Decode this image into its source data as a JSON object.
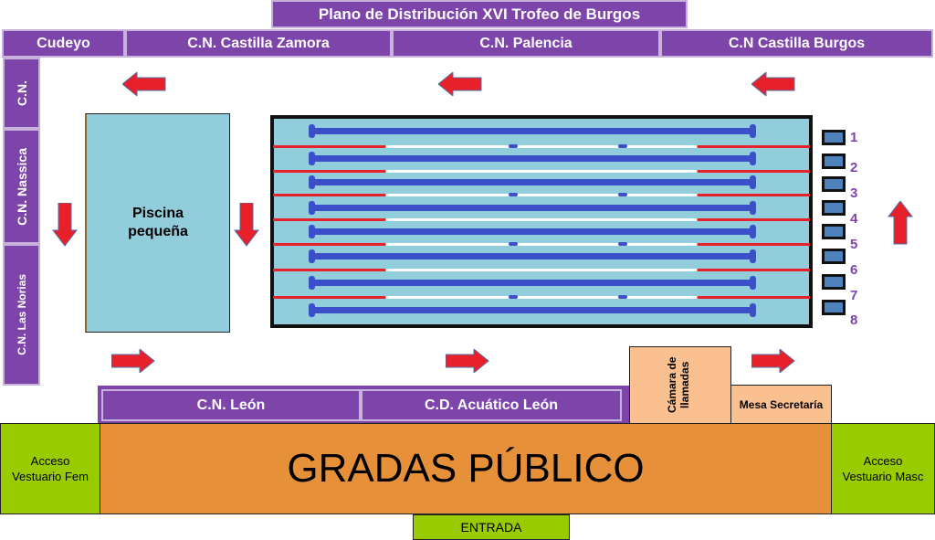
{
  "title": "Plano de Distribución XVI Trofeo de Burgos",
  "top_clubs": [
    "Cudeyo",
    "C.N. Castilla Zamora",
    "C.N. Palencia",
    "C.N Castilla Burgos"
  ],
  "left_clubs": [
    "C.N.",
    "C.N. Nassica",
    "C.N. Las Norias"
  ],
  "bottom_clubs": [
    "C.N. León",
    "C.D. Acuático León"
  ],
  "small_pool": "Piscina pequeña",
  "lane_numbers": [
    "1",
    "2",
    "3",
    "4",
    "5",
    "6",
    "7",
    "8"
  ],
  "camara": "Cámara de llamadas",
  "mesa": "Mesa Secretaría",
  "gradas": "GRADAS PÚBLICO",
  "acceso_fem": "Acceso Vestuario Fem",
  "acceso_masc": "Acceso Vestuario Masc",
  "entrada": "ENTRADA",
  "colors": {
    "purple": "#7d45aa",
    "pool": "#92cddc",
    "gradas": "#e6903a",
    "green": "#99cc00",
    "peach": "#fac090",
    "arrow": "#e8202a"
  }
}
